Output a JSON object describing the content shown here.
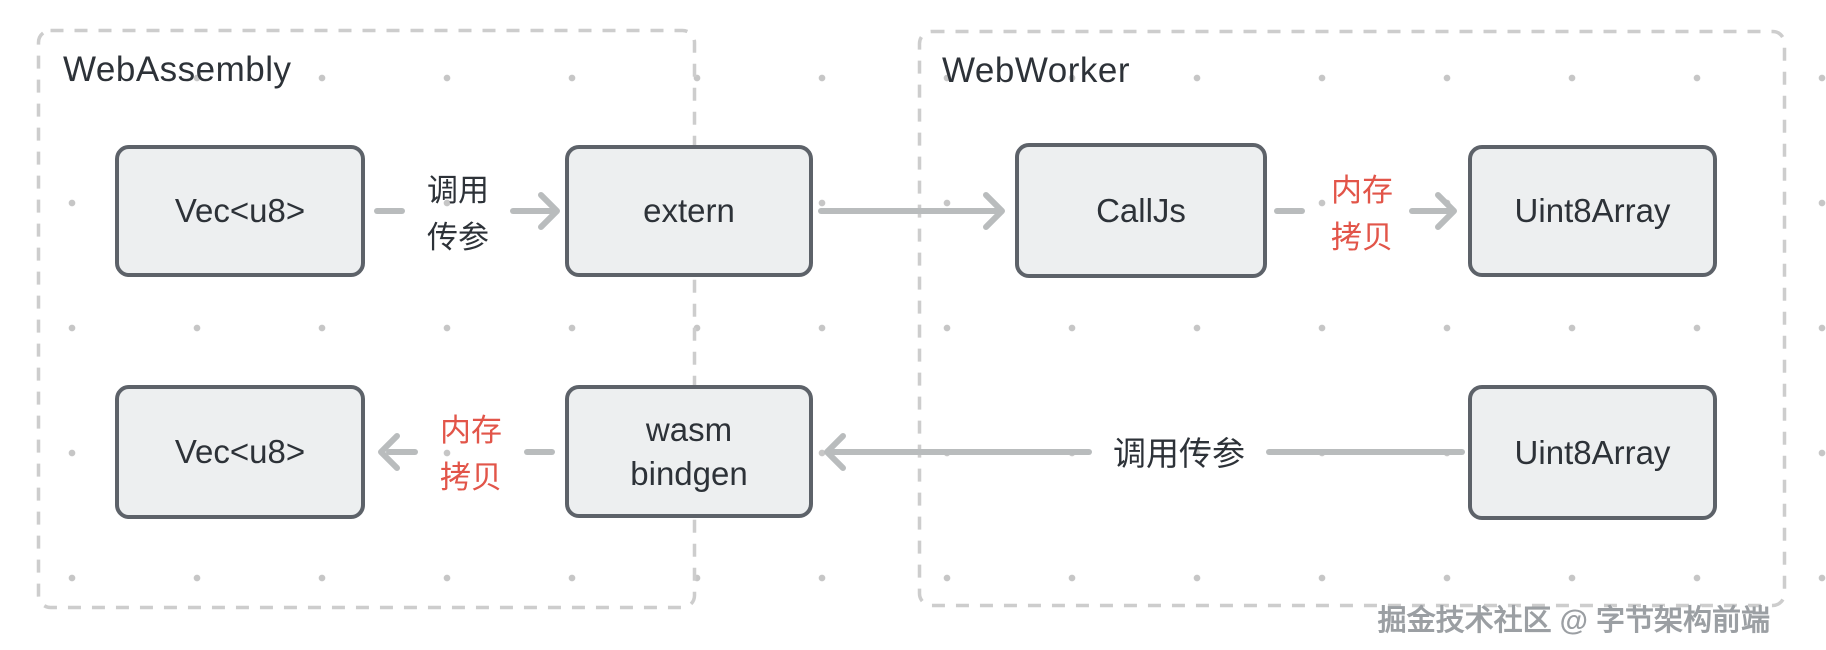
{
  "containers": {
    "webassembly": {
      "title": "WebAssembly"
    },
    "webworker": {
      "title": "WebWorker"
    }
  },
  "nodes": {
    "vec_u8_top": {
      "label": "Vec<u8>"
    },
    "extern": {
      "label": "extern"
    },
    "calljs": {
      "label": "CallJs"
    },
    "uint8array_top": {
      "label": "Uint8Array"
    },
    "vec_u8_bottom": {
      "label": "Vec<u8>"
    },
    "wasm_bindgen": {
      "line1": "wasm",
      "line2": "bindgen"
    },
    "uint8array_bottom": {
      "label": "Uint8Array"
    }
  },
  "labels": {
    "call_params_top": {
      "line1": "调用",
      "line2": "传参"
    },
    "memory_copy_right": {
      "line1": "内存",
      "line2": "拷贝"
    },
    "memory_copy_left": {
      "line1": "内存",
      "line2": "拷贝"
    },
    "call_params_bottom": {
      "text": "调用传参"
    }
  },
  "watermark": {
    "text": "掘金技术社区 @ 字节架构前端"
  },
  "colors": {
    "red_label": "#e25549",
    "connector": "#b9bcbd",
    "node_border": "#5d6269",
    "node_fill": "#edeff0",
    "container_dash": "#cdcdcd",
    "text_dark": "#2d3238",
    "dot_grid": "#c6c6c6",
    "watermark_gray": "#9b9fa3"
  }
}
